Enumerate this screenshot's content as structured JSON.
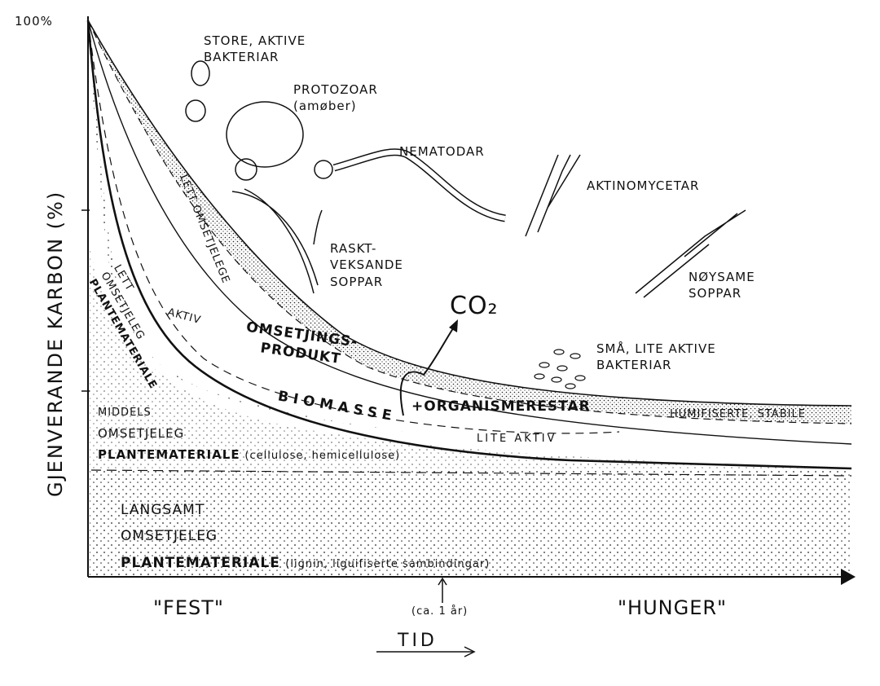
{
  "axis": {
    "y_top": "100%",
    "y_label": "GJENVERANDE KARBON (%)",
    "x_label": "TID",
    "x_start": "\"FEST\"",
    "x_end": "\"HUNGER\"",
    "x_marker": "(ca. 1 år)"
  },
  "organisms": {
    "big_bacteria": [
      "STORE, AKTIVE",
      "BAKTERIAR"
    ],
    "protozoa": [
      "PROTOZOAR",
      "(amøber)"
    ],
    "nematodes": "NEMATODAR",
    "actinomycetes": "AKTINOMYCETAR",
    "fast_fungi": [
      "RASKT-",
      "VEKSANDE",
      "SOPPAR"
    ],
    "frugal_fungi": [
      "NØYSAME",
      "SOPPAR"
    ],
    "small_bacteria": [
      "SMÅ, LITE AKTIVE",
      "BAKTERIAR"
    ],
    "co2": "CO₂"
  },
  "layers": {
    "lett_omsetjelege": "LETT OMSETJELEGE",
    "lett_plant": [
      "LETT",
      "OMSETJELEG",
      "PLANTEMATERIALE"
    ],
    "aktiv": "AKTIV",
    "omsetjingsprodukt": [
      "OMSETJINGS-",
      "PRODUKT"
    ],
    "organismerestar": "+ORGANISMERESTAR",
    "biomasse": "BIOMASSE",
    "humifiserte": "HUMIFISERTE, STABILE",
    "lite_aktiv": "LITE AKTIV",
    "middels": [
      "MIDDELS",
      "OMSETJELEG",
      "PLANTEMATERIALE",
      "(cellulose, hemicellulose)"
    ],
    "langsamt": [
      "LANGSAMT",
      "OMSETJELEG",
      "PLANTEMATERIALE",
      "(lignin, liguifiserte sambindingar)"
    ]
  }
}
